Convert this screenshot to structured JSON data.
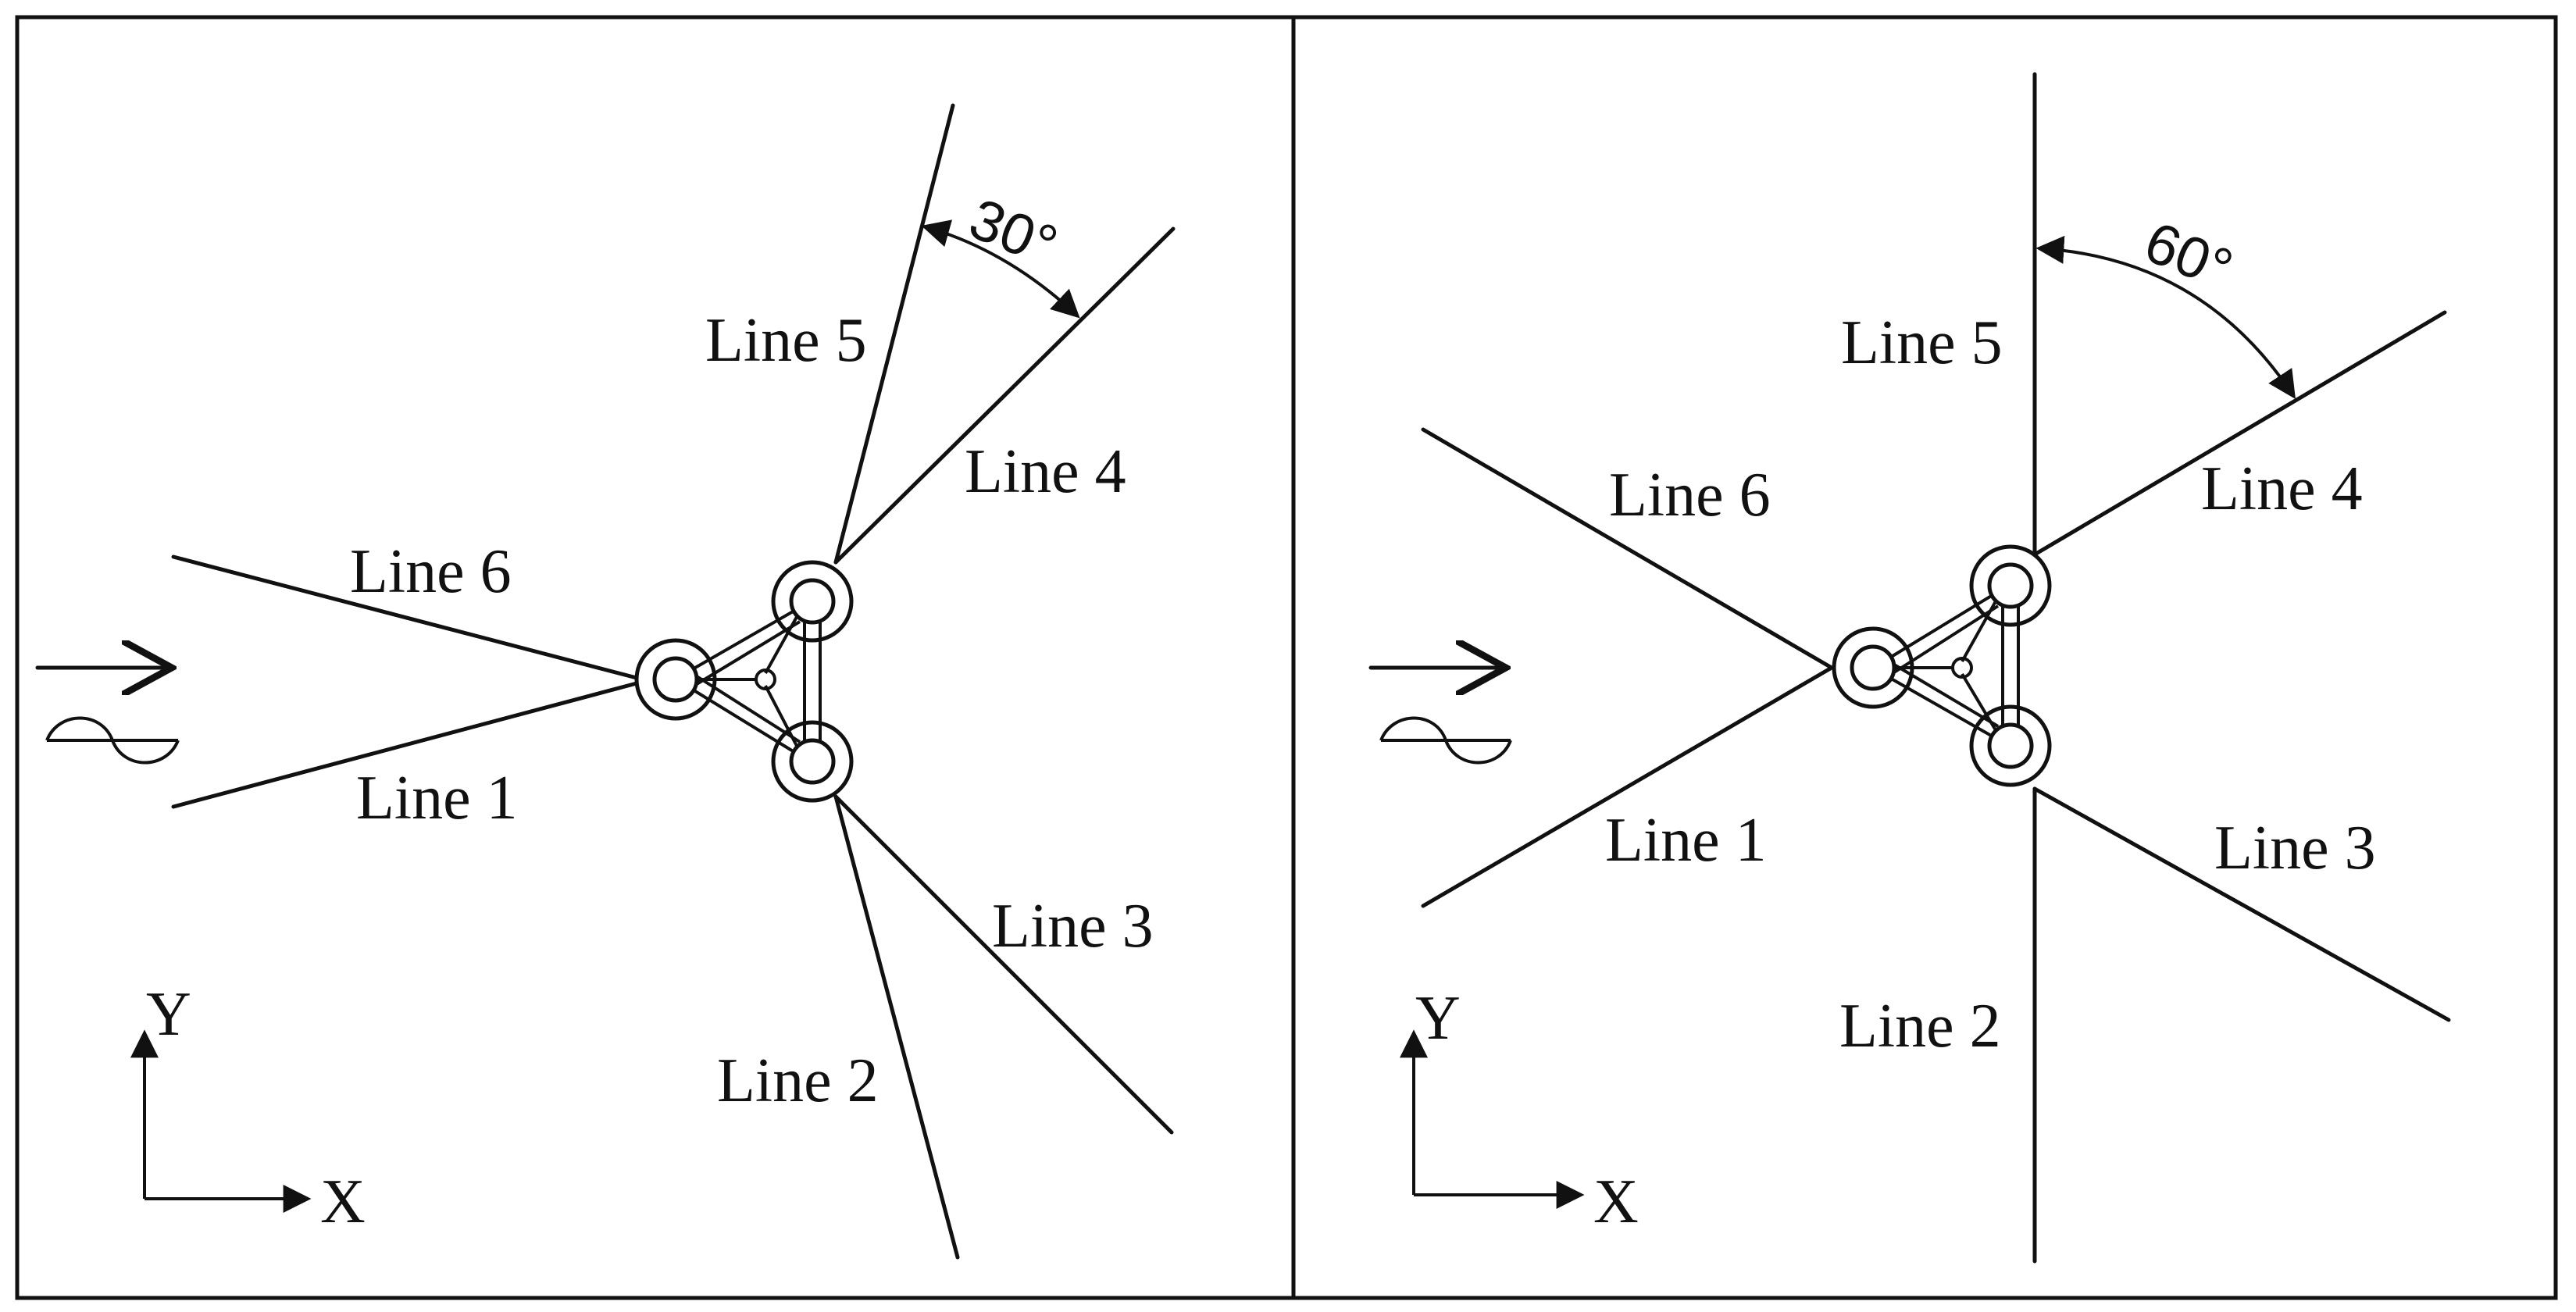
{
  "panels": [
    {
      "id": "left",
      "lines": [
        "Line 1",
        "Line 2",
        "Line 3",
        "Line 4",
        "Line 5",
        "Line 6"
      ],
      "angle_label": "30°",
      "axis_labels": {
        "x": "X",
        "y": "Y"
      }
    },
    {
      "id": "right",
      "lines": [
        "Line 1",
        "Line 2",
        "Line 3",
        "Line 4",
        "Line 5",
        "Line 6"
      ],
      "angle_label": "60°",
      "axis_labels": {
        "x": "X",
        "y": "Y"
      }
    }
  ],
  "colors": {
    "stroke": "#111111",
    "background": "#ffffff"
  }
}
